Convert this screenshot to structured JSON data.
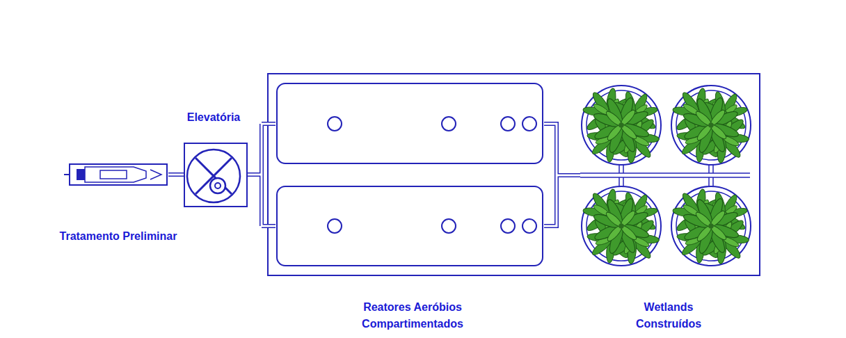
{
  "diagram": {
    "nodes": [
      {
        "text": [
          "Tratamento Preliminar"
        ]
      },
      {
        "text": [
          "Elevatória"
        ]
      },
      {
        "text": [
          "Reatores Aeróbios Compartimentados"
        ]
      },
      {
        "text": [
          "Wetlands Construídos"
        ]
      }
    ],
    "edges": [
      {
        "from": 0,
        "to": 1,
        "arrow": "none"
      },
      {
        "from": 1,
        "to": 2,
        "arrow": "none"
      },
      {
        "from": 2,
        "to": 3,
        "arrow": "none"
      }
    ]
  }
}
